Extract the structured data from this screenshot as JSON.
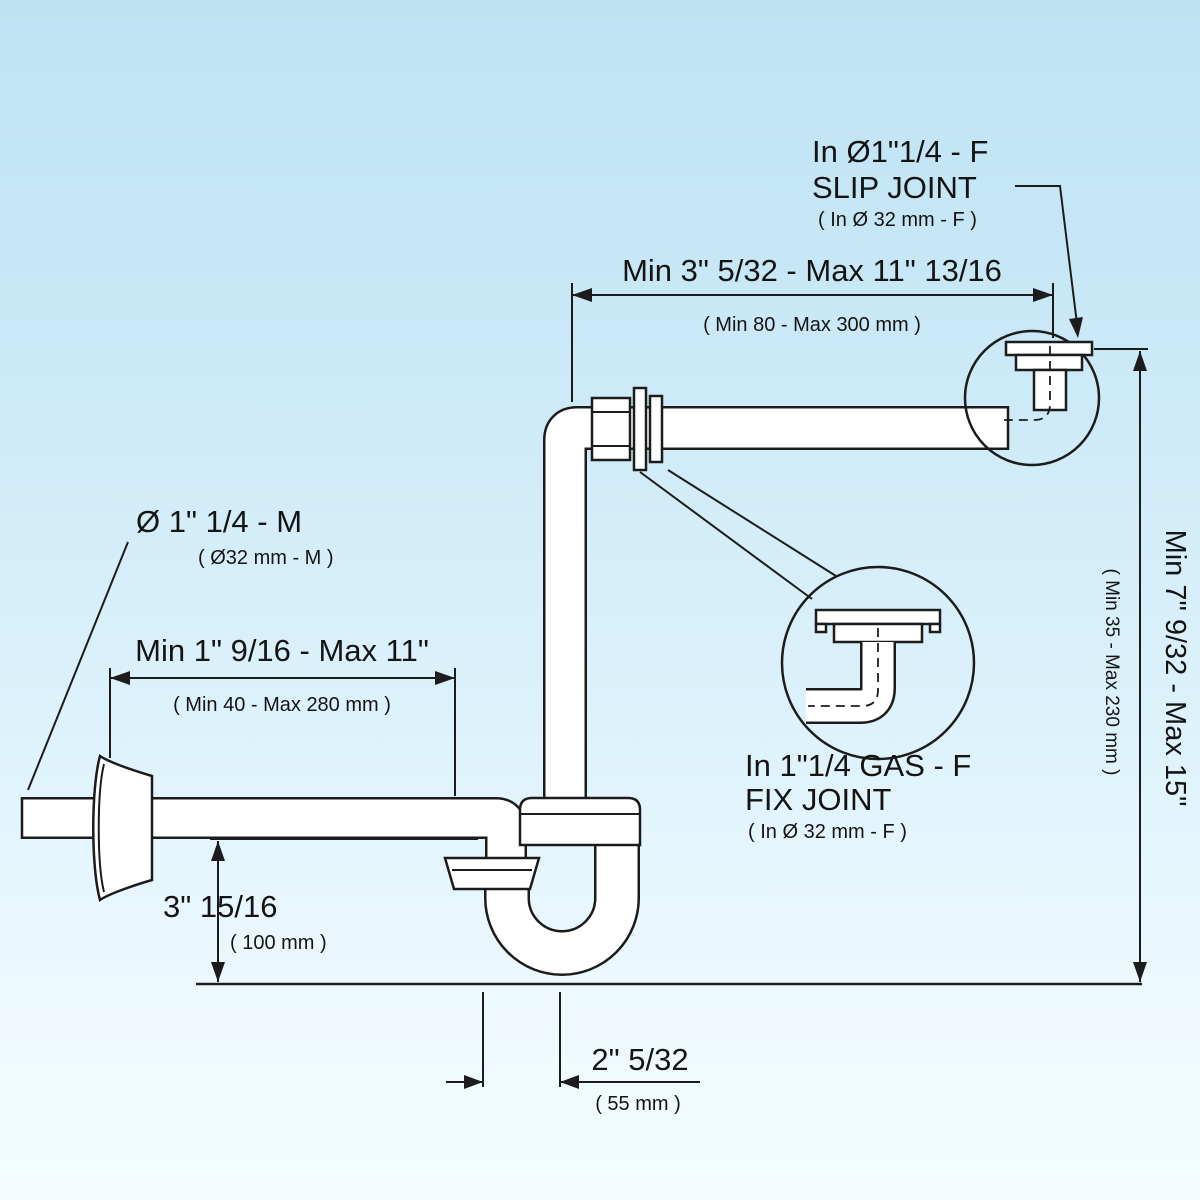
{
  "drawing": {
    "type": "technical-dimension-diagram",
    "subject": "bottle/P-trap siphon with wall outlet",
    "colors": {
      "line": "#1c1c1c",
      "fill": "#ffffff",
      "bg_top": "#bfe2f3",
      "bg_bottom": "#f4fcff"
    }
  },
  "annotations": {
    "slip_joint": {
      "line1": "In Ø1\"1/4 - F",
      "line2": "SLIP JOINT",
      "line3": "( In Ø 32 mm - F )"
    },
    "fix_joint": {
      "line1": "In 1\"1/4 GAS - F",
      "line2": "FIX JOINT",
      "line3": "( In Ø 32 mm - F )"
    },
    "wall_outlet": {
      "line1": "Ø 1\" 1/4 - M",
      "line2": "( Ø32 mm - M )"
    },
    "dim_top": {
      "label": "Min 3\" 5/32 - Max 11\" 13/16",
      "sub": "( Min 80 - Max 300 mm )"
    },
    "dim_mid": {
      "label": "Min 1\" 9/16 - Max 11\"",
      "sub": "( Min 40 - Max 280 mm )"
    },
    "dim_height": {
      "label": "3\" 15/16",
      "sub": "( 100 mm )"
    },
    "dim_offset": {
      "label": "2\" 5/32",
      "sub": "( 55 mm )"
    },
    "dim_right": {
      "label": "Min 7\" 9/32 - Max 15\"",
      "sub": "( Min 35 - Max 230 mm )"
    }
  }
}
